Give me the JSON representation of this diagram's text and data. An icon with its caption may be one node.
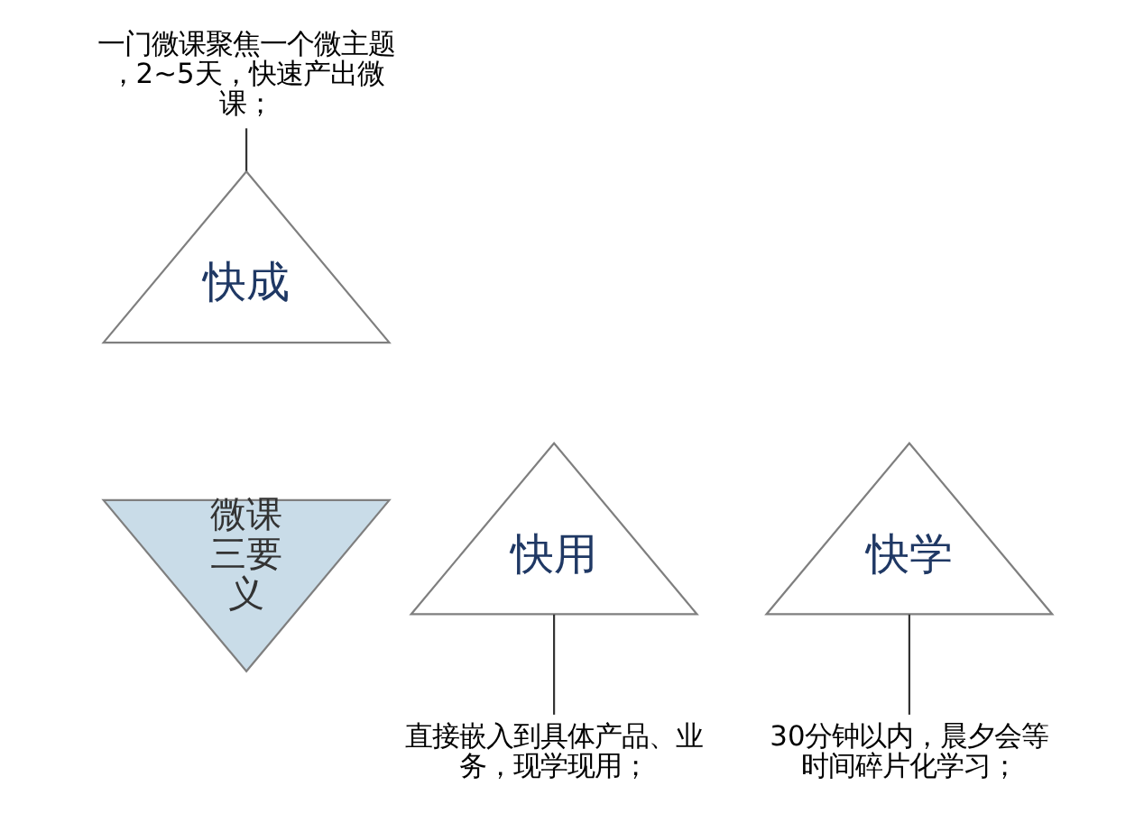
{
  "diagram": {
    "nodes": [
      {
        "text": [
          "一门微课聚焦一个微主题，2~5天，快速产出微课；"
        ]
      },
      {
        "text": [
          "快成"
        ]
      },
      {
        "text": [
          "快用"
        ]
      },
      {
        "text": [
          "微课三要义"
        ]
      },
      {
        "text": [
          "快学"
        ]
      },
      {
        "text": [
          "直接嵌入到具体产品、业务，现学现用；"
        ]
      },
      {
        "text": [
          "30分钟以内，晨夕会等时间碎片化学习；"
        ]
      }
    ],
    "edges": [
      {
        "from": 0,
        "to": 1,
        "arrow": "none"
      },
      {
        "from": 2,
        "to": 5,
        "arrow": "none"
      },
      {
        "from": 4,
        "to": 6,
        "arrow": "none"
      }
    ]
  }
}
